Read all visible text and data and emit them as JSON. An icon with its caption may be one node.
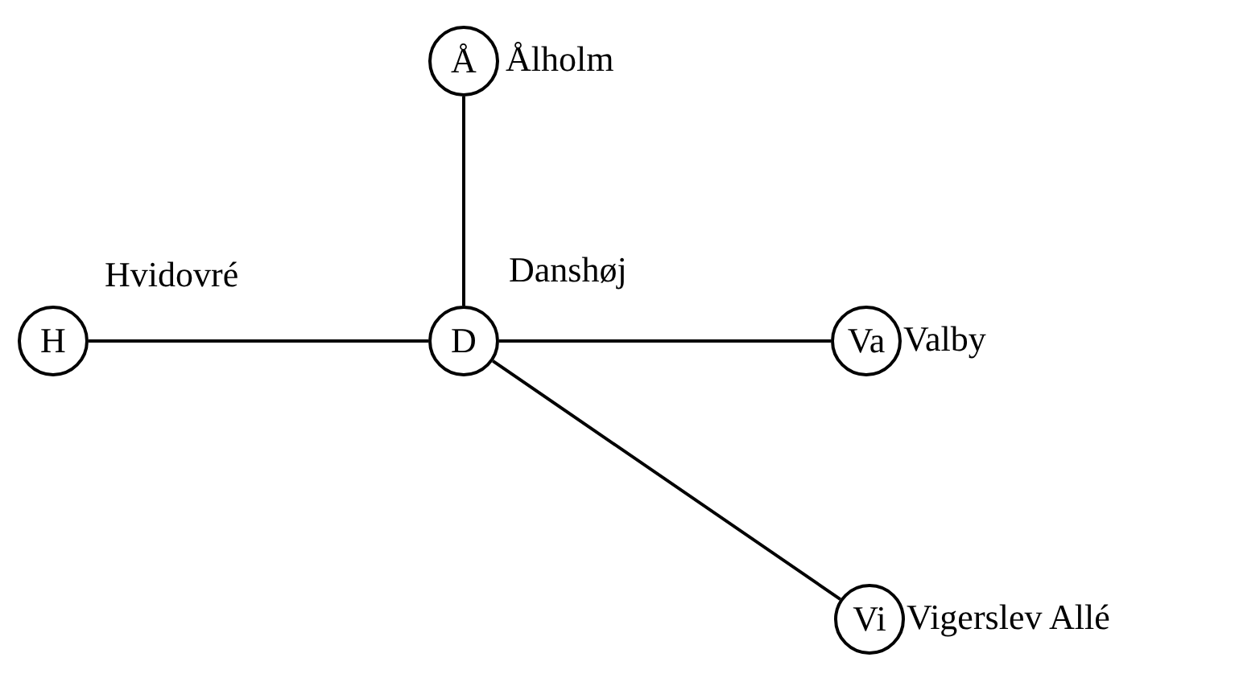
{
  "diagram": {
    "nodes": [
      {
        "text": [
          "Å"
        ],
        "beside": [
          "Ålholm"
        ]
      },
      {
        "text": [
          "H"
        ],
        "beside": [
          "Hvidovré"
        ]
      },
      {
        "text": [
          "D"
        ],
        "beside": [
          "Danshøj"
        ]
      },
      {
        "text": [
          "Va"
        ],
        "beside": [
          "Valby"
        ]
      },
      {
        "text": [
          "Vi"
        ],
        "beside": [
          "Vigerslev Allé"
        ]
      }
    ],
    "edges": [
      {
        "from": 2,
        "to": 0,
        "arrow": "none"
      },
      {
        "from": 1,
        "to": 2,
        "arrow": "none"
      },
      {
        "from": 2,
        "to": 3,
        "arrow": "none"
      },
      {
        "from": 2,
        "to": 4,
        "arrow": "none"
      }
    ]
  }
}
